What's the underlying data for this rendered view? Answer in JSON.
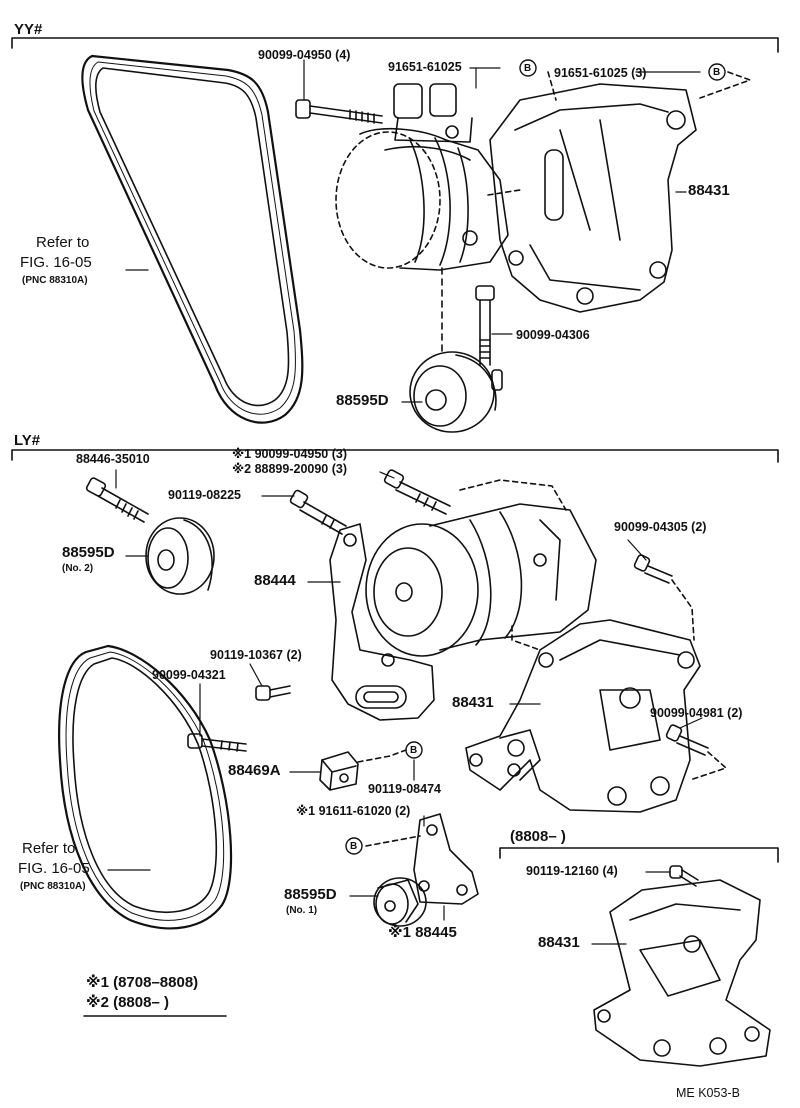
{
  "sections": {
    "yy": "YY#",
    "ly": "LY#",
    "range_8808": "(8808–        )"
  },
  "parts": {
    "yy_bolt_90099_04950": "90099-04950 (4)",
    "yy_nut_91651_61025_a": "91651-61025",
    "yy_nut_91651_61025_b": "91651-61025 (3)",
    "yy_bracket_88431": "88431",
    "yy_bolt_90099_04306": "90099-04306",
    "yy_pulley_88595d": "88595D",
    "ly_bolt_88446_35010": "88446-35010",
    "ly_note1_bolt": "※1 90099-04950 (3)",
    "ly_note2_bolt": "※2 88899-20090 (3)",
    "ly_bolt_90119_08225": "90119-08225",
    "ly_bolt_90099_04305": "90099-04305 (2)",
    "ly_pulley_no2": "88595D",
    "ly_pulley_no2_sub": "(No. 2)",
    "ly_bracket_88444": "88444",
    "ly_bolt_90119_10367": "90119-10367 (2)",
    "ly_bolt_90099_04321": "90099-04321",
    "ly_bracket_88431": "88431",
    "ly_bolt_90099_04981": "90099-04981 (2)",
    "ly_spacer_88469a": "88469A",
    "ly_nut_90119_08474": "90119-08474",
    "ly_note1_nut": "※1 91611-61020 (2)",
    "ly_pulley_no1": "88595D",
    "ly_pulley_no1_sub": "(No. 1)",
    "ly_bracket_88445": "※1 88445",
    "alt_bolt_90119_12160": "90119-12160 (4)",
    "alt_bracket_88431": "88431"
  },
  "refs": {
    "refer_to": "Refer to",
    "fig": "FIG. 16-05",
    "pnc": "(PNC 88310A)"
  },
  "circle_marker": "B",
  "notes": {
    "note1": "※1 (8708–8808)",
    "note2": "※2 (8808–        )"
  },
  "footer_code": "ME  K053-B"
}
